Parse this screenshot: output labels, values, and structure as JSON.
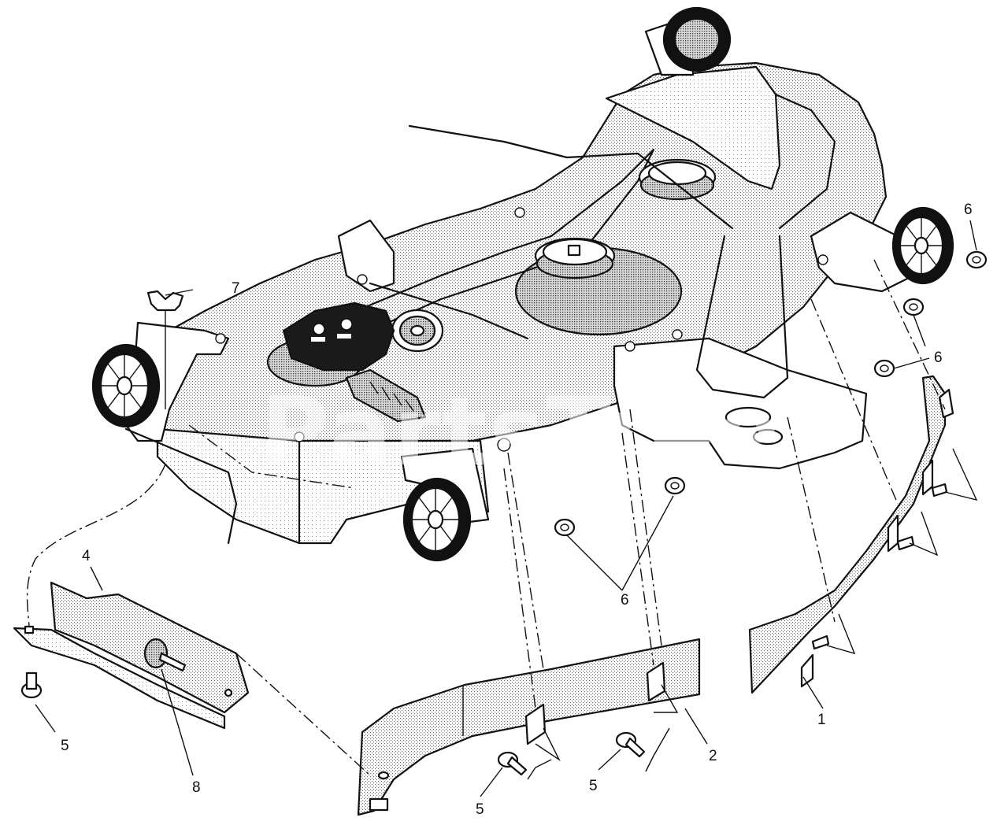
{
  "watermark": "PartsTree",
  "callouts": [
    {
      "id": "c1",
      "text": "1"
    },
    {
      "id": "c2",
      "text": "2"
    },
    {
      "id": "c4",
      "text": "4"
    },
    {
      "id": "c5a",
      "text": "5"
    },
    {
      "id": "c5b",
      "text": "5"
    },
    {
      "id": "c5c",
      "text": "5"
    },
    {
      "id": "c6a",
      "text": "6"
    },
    {
      "id": "c6b",
      "text": "6"
    },
    {
      "id": "c6c",
      "text": "6"
    },
    {
      "id": "c7",
      "text": "7"
    },
    {
      "id": "c8",
      "text": "8"
    }
  ]
}
